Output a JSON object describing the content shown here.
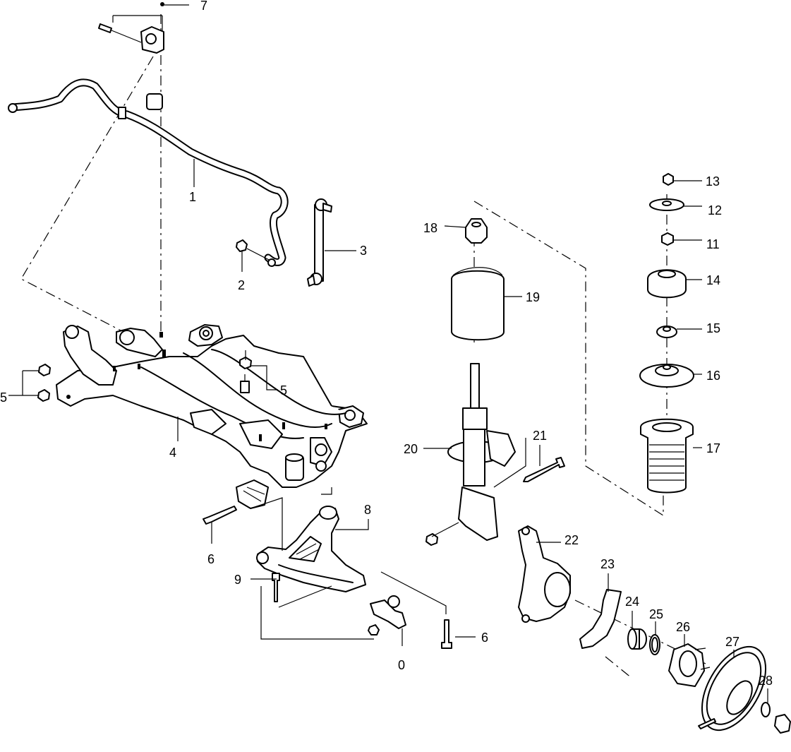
{
  "callouts": {
    "c1": "1",
    "c2": "2",
    "c3": "3",
    "c4": "4",
    "c5a": "5",
    "c5b": "5",
    "c6a": "6",
    "c6b": "6",
    "c7": "7",
    "c8": "8",
    "c9": "9",
    "c0": "0",
    "c11": "11",
    "c12": "12",
    "c13": "13",
    "c14": "14",
    "c15": "15",
    "c16": "16",
    "c17": "17",
    "c18": "18",
    "c19": "19",
    "c20": "20",
    "c21": "21",
    "c22": "22",
    "c23": "23",
    "c24": "24",
    "c25": "25",
    "c26": "26",
    "c27": "27",
    "c28": "28"
  }
}
